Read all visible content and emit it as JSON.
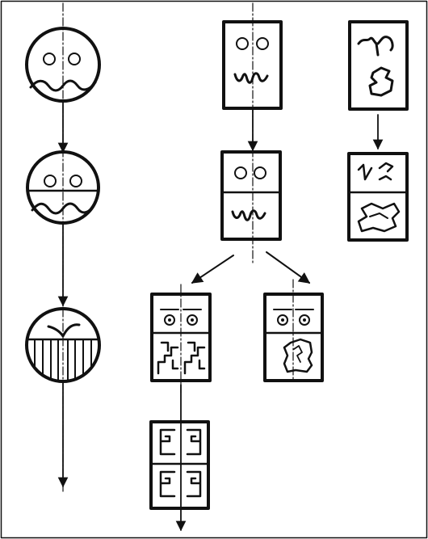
{
  "diagram": {
    "stroke_color": "#111111",
    "background": "#ffffff",
    "columns": [
      {
        "name": "round-faces",
        "figures": [
          "face-whole",
          "face-split-horizontal",
          "face-striped-lower"
        ],
        "arrows": 3
      },
      {
        "name": "rectangular-faces",
        "figures": [
          "rect-face-whole",
          "rect-face-split",
          "rect-face-quartered-meander",
          "rect-face-single-blob",
          "rect-spiral-quartered"
        ],
        "arrows": 4
      },
      {
        "name": "abstract-rectangles",
        "figures": [
          "rect-abstract-whole",
          "rect-abstract-split"
        ],
        "arrows": 1
      }
    ]
  }
}
